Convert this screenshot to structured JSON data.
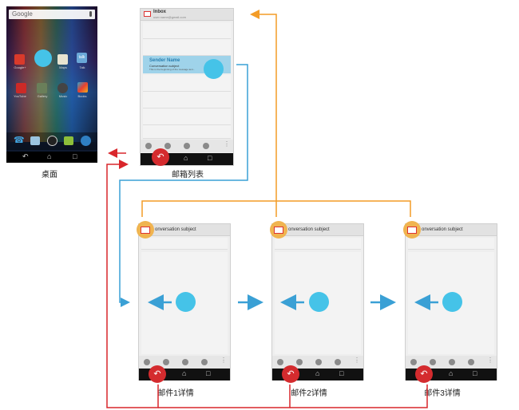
{
  "home": {
    "search_label": "Google",
    "caption": "桌面",
    "apps": [
      {
        "label": "Google+",
        "icon": "google-plus-icon"
      },
      {
        "label": "",
        "icon": "camera-icon"
      },
      {
        "label": "Maps",
        "icon": "maps-icon"
      },
      {
        "label": "Talk",
        "icon": "talk-icon"
      },
      {
        "label": "YouTube",
        "icon": "youtube-icon"
      },
      {
        "label": "Gallery",
        "icon": "gallery-icon"
      },
      {
        "label": "Music",
        "icon": "music-icon"
      },
      {
        "label": "Books",
        "icon": "books-icon"
      }
    ],
    "talk_text": "talk"
  },
  "inbox": {
    "title": "Inbox",
    "account": "user.name@gmail.com",
    "sender": "Sender Name",
    "subject": "Conversation subject",
    "snippet": "This is the beginning of the message text...",
    "caption": "邮箱列表"
  },
  "details": [
    {
      "subject": "onversation subject",
      "caption": "邮件1详情"
    },
    {
      "subject": "onversation subject",
      "caption": "邮件2详情"
    },
    {
      "subject": "onversation subject",
      "caption": "邮件3详情"
    }
  ],
  "colors": {
    "back_arrow": "#d9262b",
    "up_arrow": "#f39c27",
    "nav_arrow": "#3aa0d5",
    "touch": "#45c3e8"
  }
}
